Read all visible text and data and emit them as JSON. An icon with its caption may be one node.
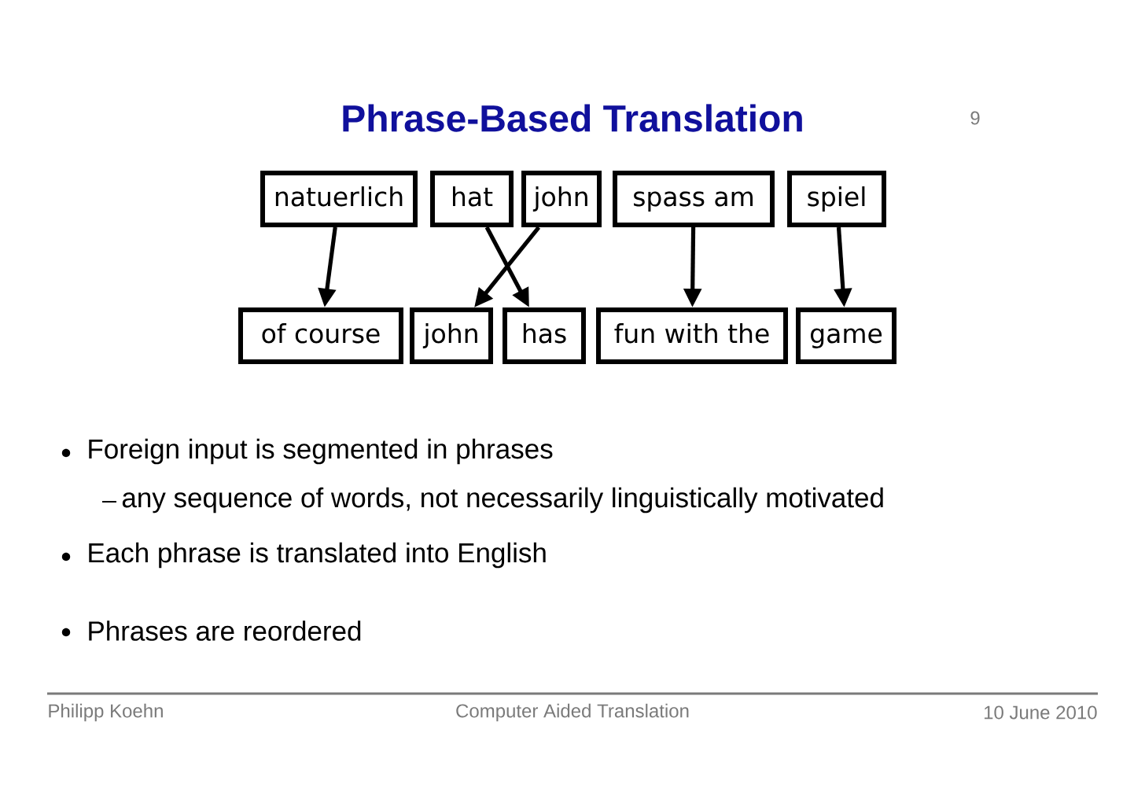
{
  "diagram": {
    "title": "Phrase-Based Translation",
    "nodes": [
      {
        "text": [
          "natuerlich"
        ]
      },
      {
        "text": [
          "hat"
        ]
      },
      {
        "text": [
          "john"
        ]
      },
      {
        "text": [
          "spass am"
        ]
      },
      {
        "text": [
          "spiel"
        ]
      },
      {
        "text": [
          "of course"
        ]
      },
      {
        "text": [
          "john"
        ]
      },
      {
        "text": [
          "has"
        ]
      },
      {
        "text": [
          "fun with the"
        ]
      },
      {
        "text": [
          "game"
        ]
      }
    ],
    "edges": [
      {
        "from": 0,
        "to": 5,
        "arrow": "to"
      },
      {
        "from": 1,
        "to": 7,
        "arrow": "to"
      },
      {
        "from": 2,
        "to": 6,
        "arrow": "to"
      },
      {
        "from": 3,
        "to": 8,
        "arrow": "to"
      },
      {
        "from": 4,
        "to": 9,
        "arrow": "to"
      }
    ],
    "labels": [
      "9",
      "Foreign input is segmented in phrases",
      "any sequence of words, not necessarily linguistically motivated",
      "Each phrase is translated into English",
      "Phrases are reordered",
      "Philipp Koehn",
      "Computer Aided Translation",
      "10 June 2010"
    ]
  }
}
